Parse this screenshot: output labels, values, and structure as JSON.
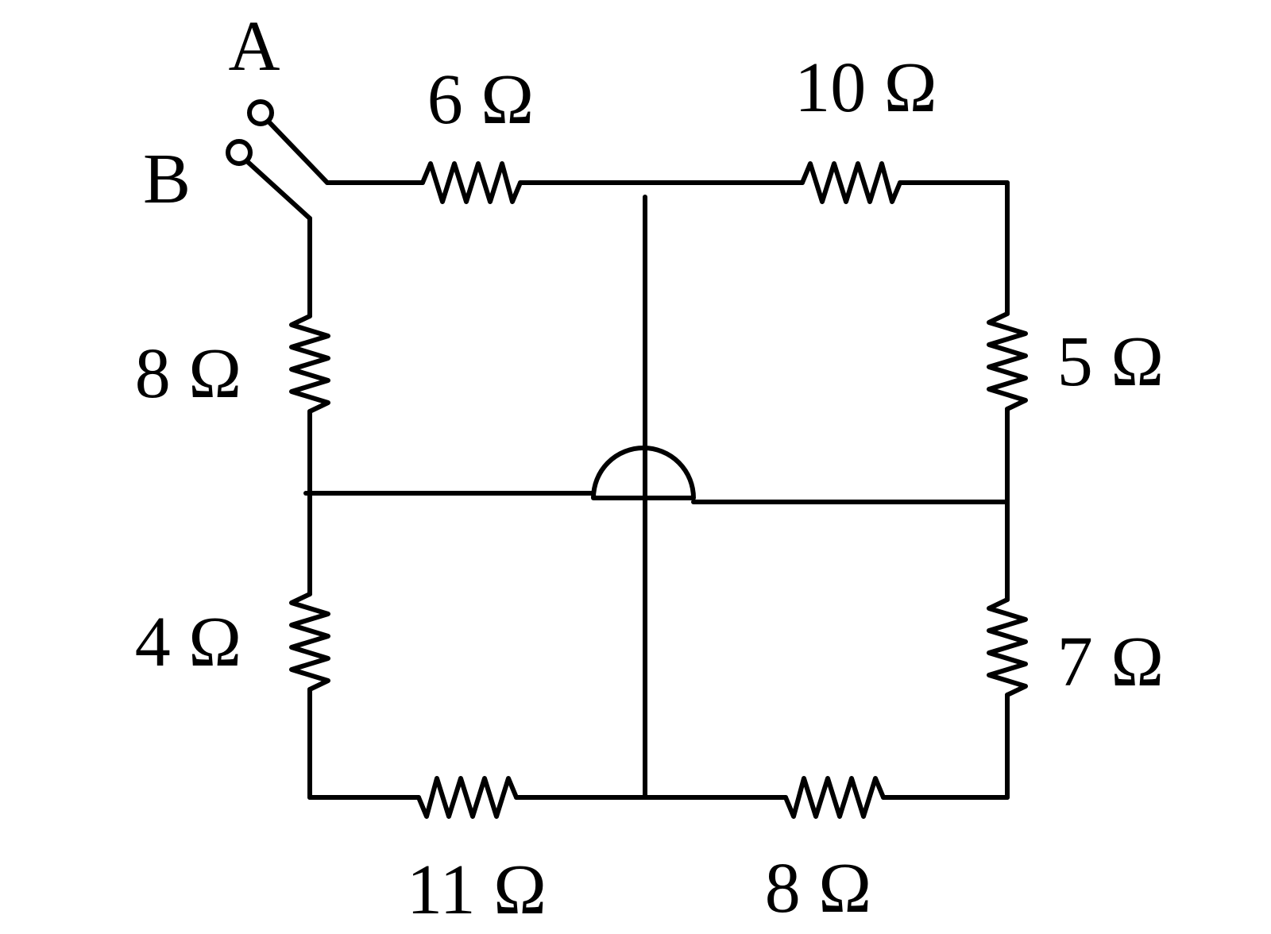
{
  "terminals": {
    "a_label": "A",
    "b_label": "B"
  },
  "resistors": {
    "top_left": "6 Ω",
    "top_right": "10 Ω",
    "left_upper": "8 Ω",
    "left_lower": "4 Ω",
    "right_upper": "5 Ω",
    "right_lower": "7 Ω",
    "bottom_left": "11 Ω",
    "bottom_right": "8 Ω"
  },
  "colors": {
    "stroke": "#000000",
    "background": "#ffffff"
  }
}
